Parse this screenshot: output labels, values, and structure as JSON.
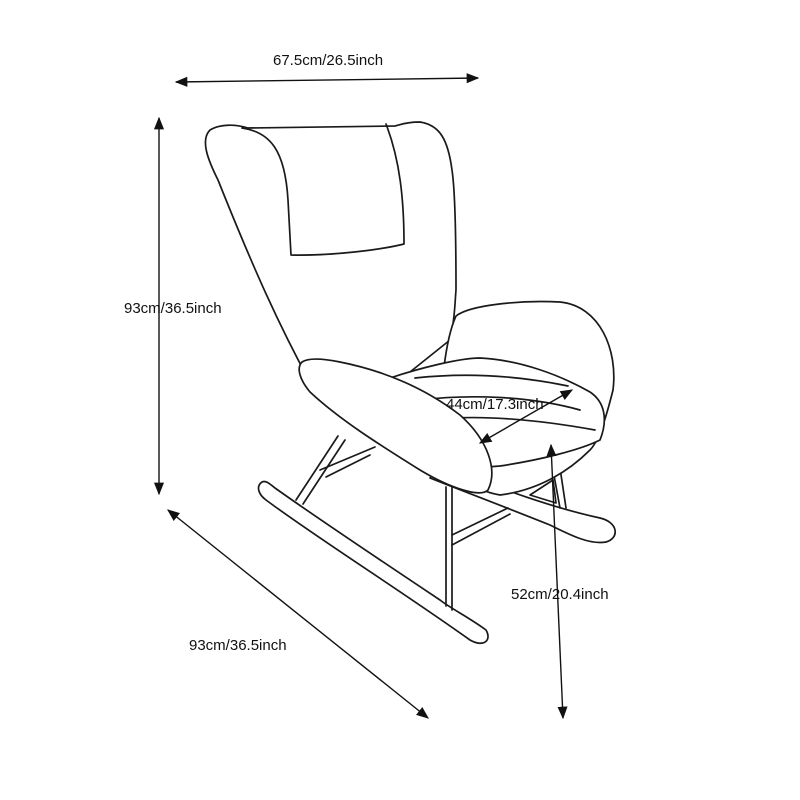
{
  "diagram": {
    "subject": "rocking chair dimension drawing",
    "colors": {
      "line": "#1a1a1a",
      "background": "#ffffff"
    },
    "dimensions": {
      "width": {
        "label": "67.5cm/26.5inch"
      },
      "height": {
        "label": "93cm/36.5inch"
      },
      "seat_depth": {
        "label": "44cm/17.3inch"
      },
      "seat_height": {
        "label": "52cm/20.4inch"
      },
      "length": {
        "label": "93cm/36.5inch"
      }
    }
  }
}
